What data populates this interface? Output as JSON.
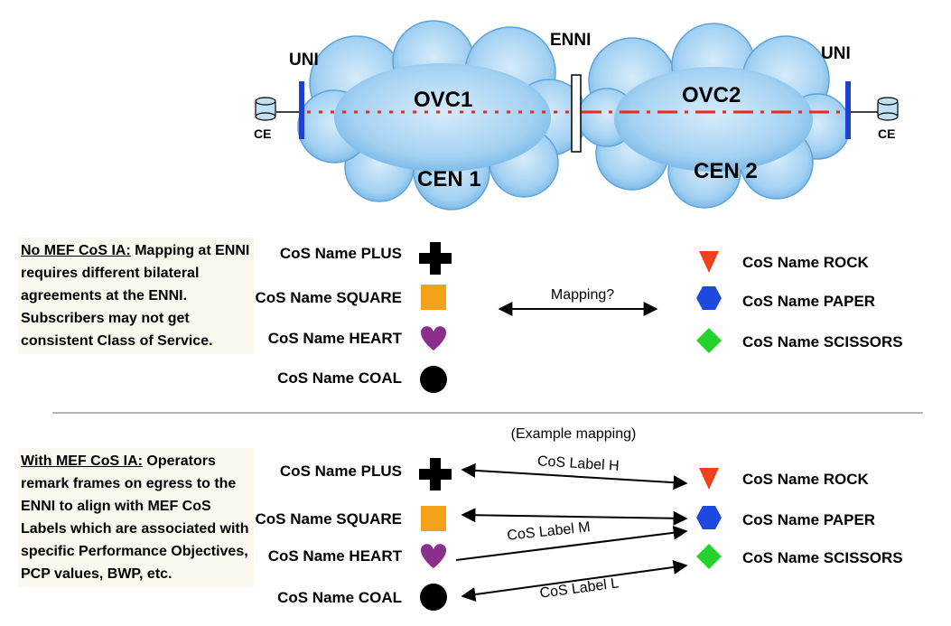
{
  "network": {
    "uni_left": "UNI",
    "uni_right": "UNI",
    "enni": "ENNI",
    "ovc1": "OVC1",
    "ovc2": "OVC2",
    "cen1": "CEN 1",
    "cen2": "CEN 2",
    "ce_left": "CE",
    "ce_right": "CE"
  },
  "section1": {
    "heading": "No MEF CoS IA:",
    "body": " Mapping at ENNI requires different bilateral agreements at the ENNI. Subscribers may not get consistent Class of Service.",
    "left": [
      "CoS Name PLUS",
      "CoS Name SQUARE",
      "CoS Name HEART",
      "CoS Name COAL"
    ],
    "right": [
      "CoS Name ROCK",
      "CoS Name PAPER",
      "CoS Name SCISSORS"
    ],
    "mapping_label": "Mapping?"
  },
  "section2": {
    "example_title": "(Example mapping)",
    "heading": "With  MEF CoS IA:",
    "body": " Operators remark frames on egress to the ENNI to align with MEF CoS Labels which are associated with specific Performance Objectives, PCP values, BWP, etc.",
    "left": [
      "CoS Name PLUS",
      "CoS Name SQUARE",
      "CoS Name HEART",
      "CoS Name COAL"
    ],
    "right": [
      "CoS Name ROCK",
      "CoS Name PAPER",
      "CoS Name SCISSORS"
    ],
    "labels": [
      "CoS Label H",
      "CoS Label M",
      "CoS Label L"
    ]
  },
  "colors": {
    "cloud": "#8ec5ee",
    "uni_bar": "#1f3fd6",
    "ovc_line": "#e8291c",
    "plus": "#000000",
    "square": "#f5a21b",
    "heart": "#8b2f8e",
    "coal": "#000000",
    "rock": "#f0401e",
    "paper": "#1e49e0",
    "scissors": "#22d42b"
  }
}
